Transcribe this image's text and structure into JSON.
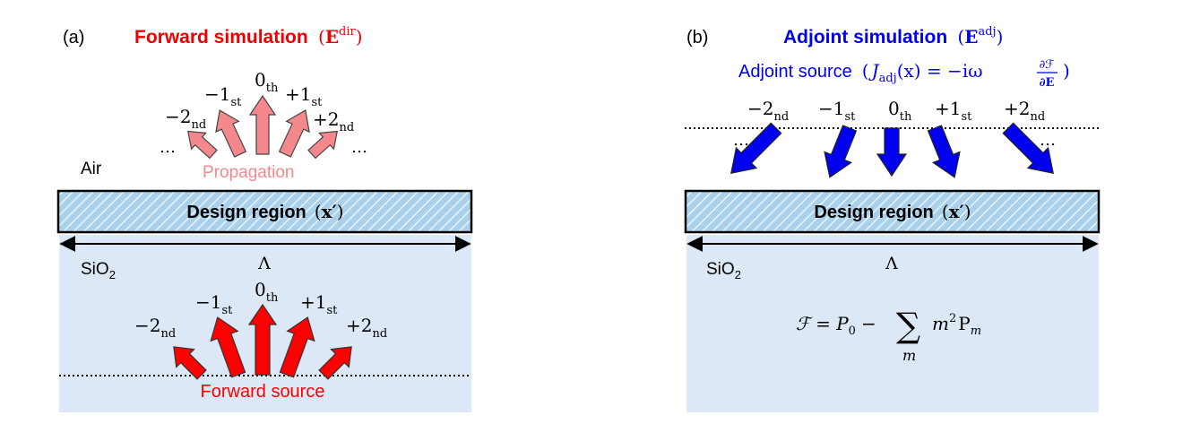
{
  "panel_a": {
    "label": "(a)",
    "title": "Forward simulation",
    "title_field": "E",
    "title_field_sup": "dir",
    "air_label": "Air",
    "propagation_label": "Propagation",
    "design_region": "Design region",
    "design_region_var": "x′",
    "period_symbol": "Λ",
    "sio2_label": "SiO",
    "sio2_sub": "2",
    "source_label": "Forward source",
    "ellipsis": "…",
    "orders": [
      {
        "sign": "−2",
        "suffix": "nd"
      },
      {
        "sign": "−1",
        "suffix": "st"
      },
      {
        "sign": "0",
        "suffix": "th"
      },
      {
        "sign": "+1",
        "suffix": "st"
      },
      {
        "sign": "+2",
        "suffix": "nd"
      }
    ],
    "colors": {
      "title": "#ee0000",
      "propagation_arrow": "#f4888c",
      "source_arrow": "#ff0000"
    }
  },
  "panel_b": {
    "label": "(b)",
    "title": "Adjoint simulation",
    "title_field": "E",
    "title_field_sup": "adj",
    "adjoint_source_text": "Adjoint source",
    "adjoint_source_eq_lhs": "J",
    "adjoint_source_eq_sub": "adj",
    "adjoint_source_eq_arg": "(x) = −iω",
    "adjoint_source_frac_num": "∂ℱ",
    "adjoint_source_frac_den": "∂E",
    "design_region": "Design region",
    "design_region_var": "x′",
    "period_symbol": "Λ",
    "sio2_label": "SiO",
    "sio2_sub": "2",
    "fom_lhs": "ℱ = P",
    "fom_lhs_sub": "0",
    "fom_minus": "−",
    "fom_sum": "∑",
    "fom_sum_index": "m",
    "fom_term": "m",
    "fom_term_sup": "2",
    "fom_p": "P",
    "fom_p_sub": "m",
    "ellipsis": "…",
    "orders": [
      {
        "sign": "−2",
        "suffix": "nd"
      },
      {
        "sign": "−1",
        "suffix": "st"
      },
      {
        "sign": "0",
        "suffix": "th"
      },
      {
        "sign": "+1",
        "suffix": "st"
      },
      {
        "sign": "+2",
        "suffix": "nd"
      }
    ],
    "colors": {
      "title": "#0000ee",
      "arrow": "#0000ee"
    }
  },
  "colors": {
    "substrate": "#dce8f5",
    "hatch_bg": "#a9d1ec",
    "hatch_line": "#e8f3fb"
  }
}
